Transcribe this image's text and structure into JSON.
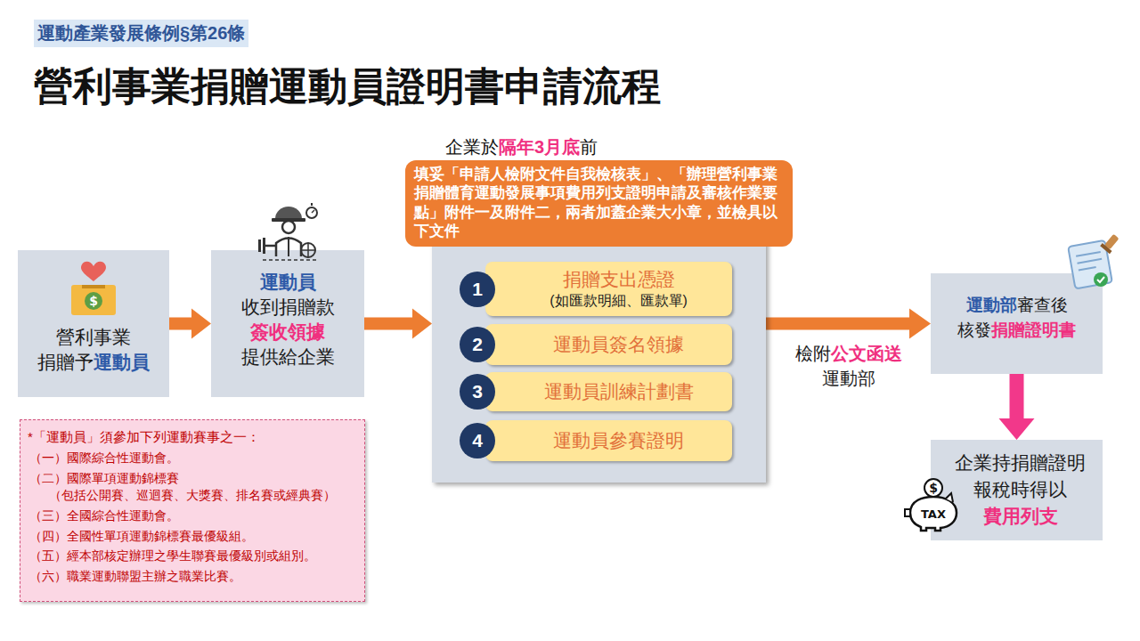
{
  "diagram": {
    "title": "營利事業捐贈運動員證明書申請流程",
    "nodes": [
      {
        "text": [
          "營利事業 捐贈予運動員"
        ]
      },
      {
        "text": [
          "運動員 收到捐贈款 簽收領據 提供給企業"
        ]
      },
      {
        "text": [
          "企業於隔年3月底前",
          "填妥「申請人檢附文件自我檢核表」、「辦理營利事業捐贈體育運動發展事項費用列支證明申請及審核作業要點」附件一及附件二，兩者加蓋企業大小章，並檢具以下文件"
        ]
      },
      {
        "text": []
      },
      {
        "text": [
          "1",
          "捐贈支出憑證",
          "(如匯款明細、匯款單)"
        ],
        "in": 3
      },
      {
        "text": [
          "2",
          "運動員簽名領據"
        ],
        "in": 3
      },
      {
        "text": [
          "3",
          "運動員訓練計劃書"
        ],
        "in": 3
      },
      {
        "text": [
          "4",
          "運動員參賽證明"
        ],
        "in": 3
      },
      {
        "text": [
          "運動部審查後 核發捐贈證明書"
        ]
      },
      {
        "text": [
          "企業持捐贈證明 報稅時得以 費用列支"
        ]
      },
      {
        "text": [
          "*「運動員」須參加下列運動賽事之一：",
          "（一）國際綜合性運動會。",
          "（二）國際單項運動錦標賽 （包括公開賽、巡迴賽、大獎賽、排名賽或經典賽）",
          "（三）全國綜合性運動會。",
          "（四）全國性單項運動錦標賽最優級組。",
          "（五）經本部核定辦理之學生聯賽最優級別或組別。",
          "（六）職業運動聯盟主辦之職業比賽。"
        ]
      }
    ],
    "edges": [
      {
        "from": 0,
        "to": 1,
        "arrow": "to"
      },
      {
        "from": 1,
        "to": 3,
        "arrow": "to"
      },
      {
        "from": 3,
        "to": 8,
        "label": "檢附公文函送 運動部",
        "arrow": "to"
      },
      {
        "from": 8,
        "to": 9,
        "arrow": "to"
      }
    ],
    "labels": [
      "運動產業發展條例§第26條",
      "$",
      "$",
      "TAX"
    ]
  }
}
